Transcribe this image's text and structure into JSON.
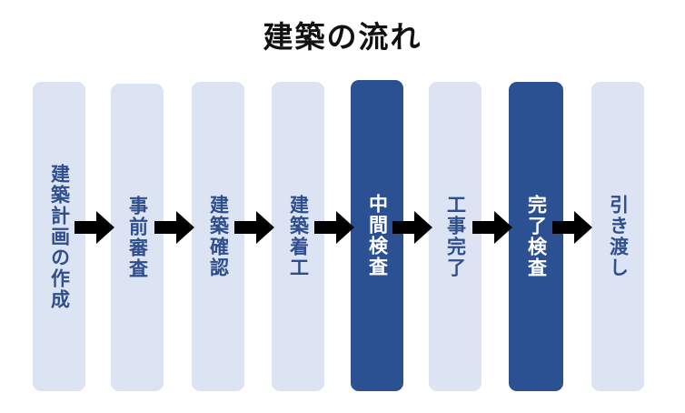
{
  "title": "建築の流れ",
  "steps": [
    {
      "label": "建築計画の作成",
      "style": "light"
    },
    {
      "label": "事前審査",
      "style": "light"
    },
    {
      "label": "建築確認",
      "style": "light"
    },
    {
      "label": "建築着工",
      "style": "light"
    },
    {
      "label": "中間検査",
      "style": "dark"
    },
    {
      "label": "工事完了",
      "style": "light"
    },
    {
      "label": "完了検査",
      "style": "dark"
    },
    {
      "label": "引き渡し",
      "style": "light"
    }
  ],
  "colors": {
    "light_box": "#dce3f2",
    "dark_box": "#2b5193",
    "light_text": "#2e4e8c",
    "dark_text": "#ffffff",
    "arrow": "#000000"
  }
}
